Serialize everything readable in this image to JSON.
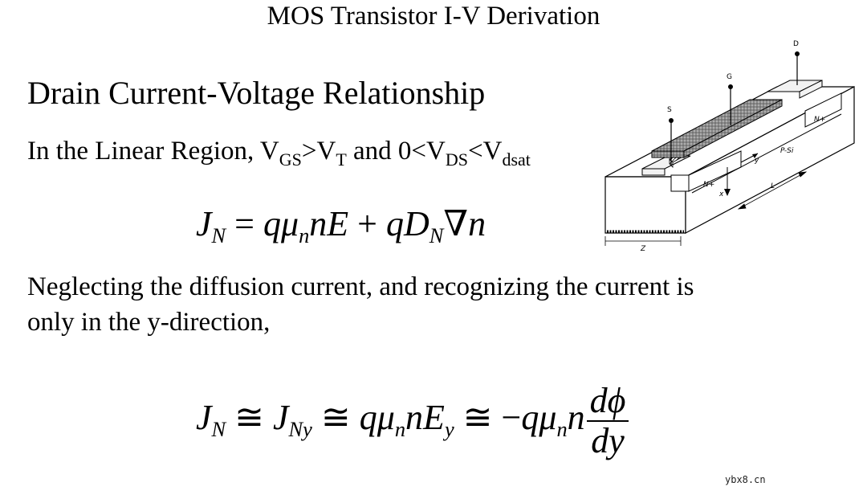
{
  "slide": {
    "title": "MOS Transistor I-V Derivation",
    "subtitle": "Drain Current-Voltage Relationship",
    "region": {
      "prefix": "In the Linear Region, V",
      "sub_gs": "GS",
      "gt": ">V",
      "sub_t": "T",
      "and0": " and 0<V",
      "sub_ds": "DS",
      "lt": "<V",
      "sub_dsat": "dsat"
    },
    "paragraph_line1": "Neglecting the diffusion current, and recognizing the current is",
    "paragraph_line2": "only in the y-direction,",
    "watermark": "ybx8.cn"
  },
  "equation1": {
    "j": "J",
    "j_sub": "N",
    "eq": " = ",
    "q1": "q",
    "mu1": "μ",
    "mu1_sub": "n",
    "nE": "nE",
    "plus": " + ",
    "qD": "qD",
    "d_sub": "N",
    "nabla": "∇",
    "n_end": "n"
  },
  "equation2": {
    "j1": "J",
    "j1_sub": "N",
    "approx1": " ≅ ",
    "j2": "J",
    "j2_sub": "Ny",
    "approx2": " ≅ ",
    "q1": "q",
    "mu1": "μ",
    "mu1_sub": "n",
    "nE": "nE",
    "e_sub": "y",
    "approx3": " ≅ ",
    "minus": "−",
    "q2": "q",
    "mu2": "μ",
    "mu2_sub": "n",
    "n2": "n",
    "numerator": "dϕ",
    "denominator": "dy"
  },
  "figure": {
    "label_s": "S",
    "label_g": "G",
    "label_d": "D",
    "label_n_left": "N+",
    "label_n_right": "N+",
    "label_psi": "P-Si",
    "label_y": "y",
    "label_x": "x",
    "label_l": "L",
    "label_z": "Z"
  }
}
